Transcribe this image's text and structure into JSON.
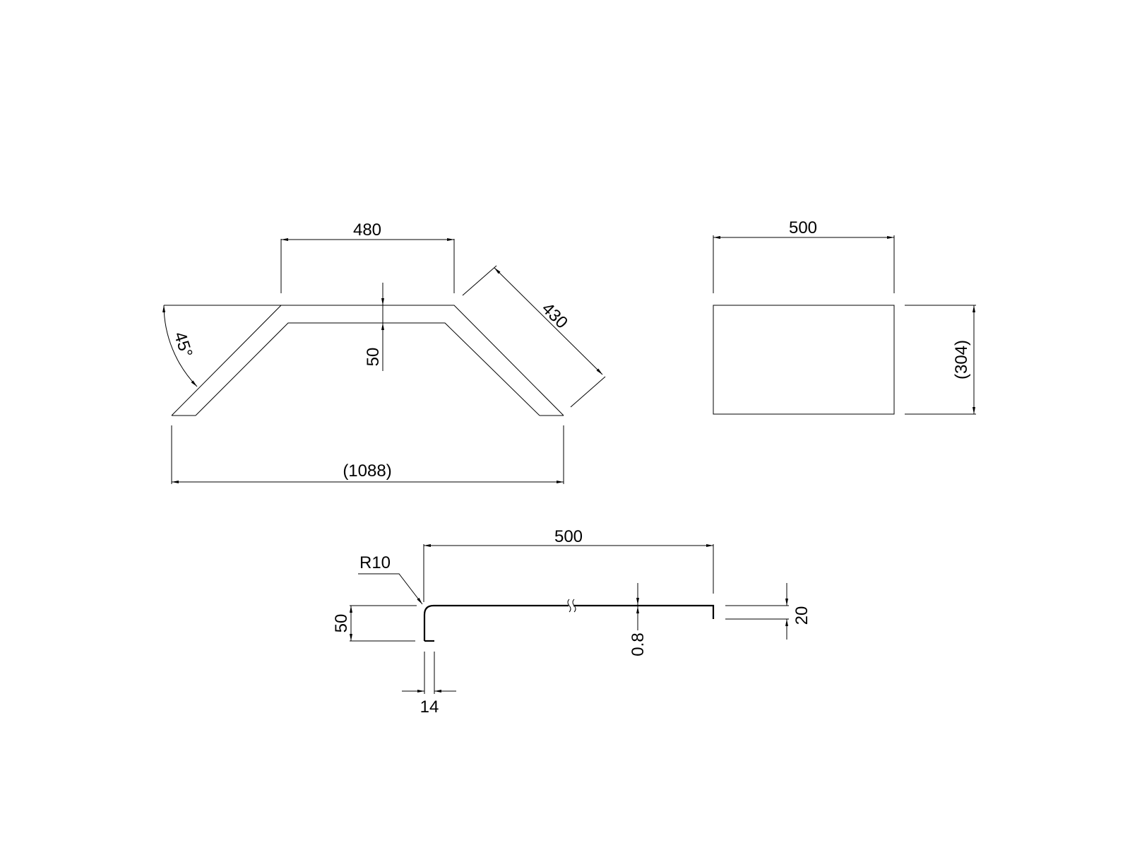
{
  "front_view": {
    "dim_top_width": "480",
    "dim_thickness": "50",
    "dim_slope_length": "430",
    "dim_angle": "45°",
    "dim_overall_width": "(1088)"
  },
  "side_view": {
    "dim_width": "500",
    "dim_height": "(304)"
  },
  "section_view": {
    "dim_length": "500",
    "dim_radius": "R10",
    "dim_flange_height": "50",
    "dim_return": "14",
    "dim_sheet_thickness": "0.8",
    "dim_end_flange": "20"
  },
  "colors": {
    "line": "#000000",
    "background": "#ffffff"
  }
}
